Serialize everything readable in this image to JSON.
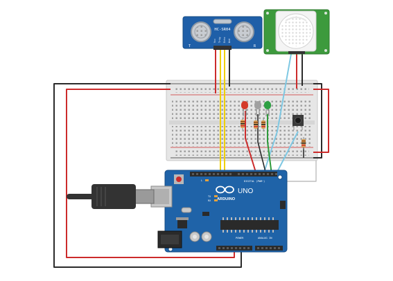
{
  "sensor": {
    "model": "HC-SR04",
    "pin_labels": [
      "Vcc",
      "Trig",
      "Echo",
      "Gnd"
    ],
    "t_label": "T",
    "r_label": "R"
  },
  "arduino": {
    "brand": "ARDUINO",
    "model": "UNO",
    "digital_label": "DIGITAL (PWM~)",
    "power_label": "POWER",
    "analog_label": "ANALOG IN",
    "tx_label": "TX",
    "rx_label": "RX",
    "l_label": "L"
  },
  "colors": {
    "board": "#1f63a8",
    "board_dark": "#174d85",
    "breadboard": "#e8e8e8",
    "wire_red": "#cc2b2b",
    "wire_black": "#2a2a2a",
    "wire_yellow": "#f0d000",
    "wire_blue": "#7ec8e3",
    "wire_green": "#2e9a3a",
    "pir_green": "#3d9a3d",
    "led_red": "#d43a2a",
    "led_gray": "#a0a0a0",
    "led_green": "#2ea043"
  }
}
